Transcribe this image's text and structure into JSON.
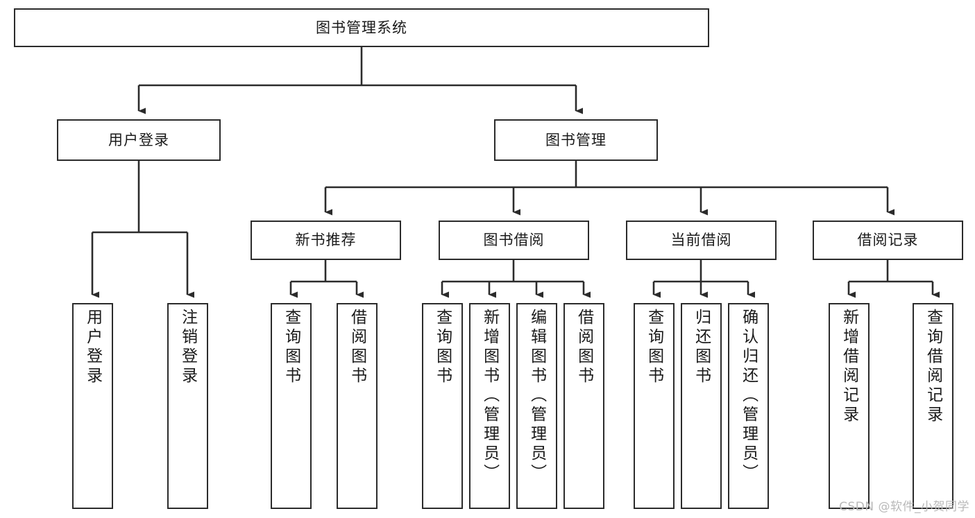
{
  "diagram": {
    "title": "图书管理系统",
    "type": "tree",
    "watermark": "CSDN @软件_小贺同学",
    "colors": {
      "background": "#ffffff",
      "box_border": "#2b2b2b",
      "box_fill": "#ffffff",
      "connector": "#2b2b2b",
      "text": "#1a1a1a",
      "watermark_text": "#b9b9b9"
    },
    "root": {
      "label": "图书管理系统"
    },
    "level1": [
      {
        "label": "用户登录"
      },
      {
        "label": "图书管理"
      }
    ],
    "level2": [
      {
        "label": "新书推荐"
      },
      {
        "label": "图书借阅"
      },
      {
        "label": "当前借阅"
      },
      {
        "label": "借阅记录"
      }
    ],
    "leaves": {
      "user_login": [
        {
          "label": "用户登录"
        },
        {
          "label": "注销登录"
        }
      ],
      "new_book_recommend": [
        {
          "label": "查询图书"
        },
        {
          "label": "借阅图书"
        }
      ],
      "book_borrow": [
        {
          "label": "查询图书"
        },
        {
          "label": "新增图书（管理员）"
        },
        {
          "label": "编辑图书（管理员）"
        },
        {
          "label": "借阅图书"
        }
      ],
      "current_borrow": [
        {
          "label": "查询图书"
        },
        {
          "label": "归还图书"
        },
        {
          "label": "确认归还（管理员）"
        }
      ],
      "borrow_record": [
        {
          "label": "新增借阅记录"
        },
        {
          "label": "查询借阅记录"
        }
      ]
    }
  }
}
